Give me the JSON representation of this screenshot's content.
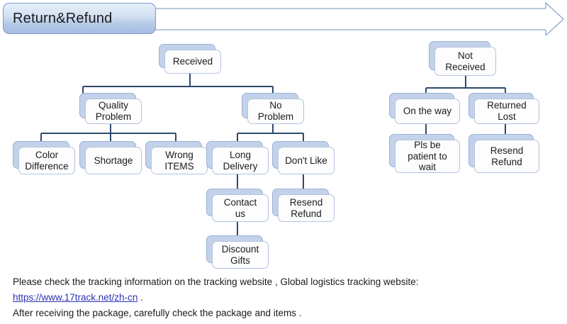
{
  "header": {
    "title": "Return&Refund",
    "arrow_name": "process-arrow"
  },
  "colors": {
    "connector": "#2e4a6b",
    "node_shadow": "#c3d2ea",
    "node_face": "#fdfdfe",
    "badge_top": "#e6eefa",
    "badge_bottom": "#a4bce2",
    "arrow_stroke": "#8aa9cc",
    "link": "#2b33b5"
  },
  "flowchart": {
    "left_tree": {
      "root": {
        "id": "received",
        "label": "Received",
        "lines": [
          "Received"
        ]
      },
      "level2": [
        {
          "id": "quality-problem",
          "label": "Quality Problem",
          "lines": [
            "Quality",
            "Problem"
          ]
        },
        {
          "id": "no-problem",
          "label": "No Problem",
          "lines": [
            "No",
            "Problem"
          ]
        }
      ],
      "quality_children": [
        {
          "id": "color-difference",
          "label": "Color Difference",
          "lines": [
            "Color",
            "Difference"
          ]
        },
        {
          "id": "shortage",
          "label": "Shortage",
          "lines": [
            "Shortage"
          ]
        },
        {
          "id": "wrong-items",
          "label": "Wrong ITEMS",
          "lines": [
            "Wrong",
            "ITEMS"
          ]
        }
      ],
      "noproblem_children": [
        {
          "id": "long-delivery",
          "label": "Long Delivery",
          "lines": [
            "Long",
            "Delivery"
          ]
        },
        {
          "id": "dont-like",
          "label": "Don't Like",
          "lines": [
            "Don't Like"
          ]
        }
      ],
      "long_delivery_child": {
        "id": "contact-us",
        "label": "Contact us",
        "lines": [
          "Contact",
          "us"
        ]
      },
      "dont_like_child": {
        "id": "resend-refund-left",
        "label": "Resend Refund",
        "lines": [
          "Resend",
          "Refund"
        ]
      },
      "contact_us_child": {
        "id": "discount-gifts",
        "label": "Discount Gifts",
        "lines": [
          "Discount",
          "Gifts"
        ]
      }
    },
    "right_tree": {
      "root": {
        "id": "not-received",
        "label": "Not Received",
        "lines": [
          "Not",
          "Received"
        ]
      },
      "level2": [
        {
          "id": "on-the-way",
          "label": "On the way",
          "lines": [
            "On the way"
          ]
        },
        {
          "id": "returned-lost",
          "label": "Returned Lost",
          "lines": [
            "Returned",
            "Lost"
          ]
        }
      ],
      "on_the_way_child": {
        "id": "pls-be-patient",
        "label": "Pls be patient to wait",
        "lines": [
          "Pls be",
          "patient to",
          "wait"
        ]
      },
      "returned_lost_child": {
        "id": "resend-refund-right",
        "label": "Resend Refund",
        "lines": [
          "Resend",
          "Refund"
        ]
      }
    }
  },
  "footer": {
    "line1": "Please check the tracking information on the tracking website , Global logistics tracking website:",
    "link": "https://www.17track.net/zh-cn",
    "line2_tail": " .",
    "line3": "After receiving the package, carefully check the package and items ."
  }
}
